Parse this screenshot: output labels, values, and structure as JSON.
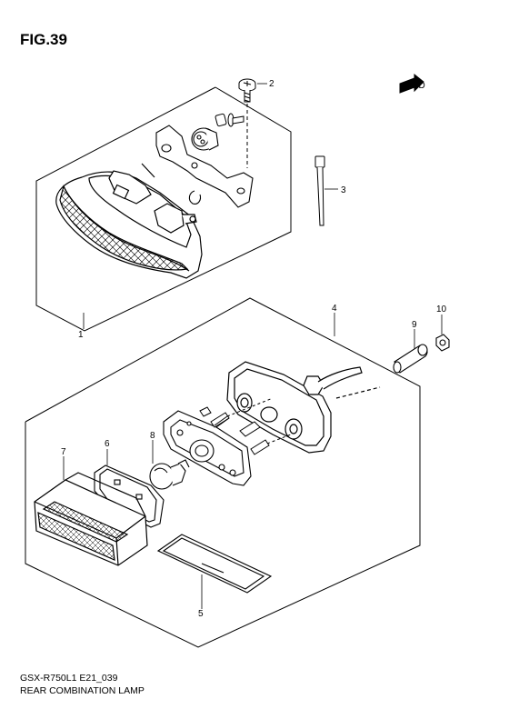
{
  "figure": {
    "title": "FIG.39"
  },
  "callouts": [
    "1",
    "2",
    "3",
    "4",
    "5",
    "6",
    "7",
    "8",
    "9",
    "10"
  ],
  "fwd_label": "FWD",
  "footer": {
    "code": "GSX-R750L1 E21_039",
    "name": "REAR COMBINATION LAMP"
  }
}
